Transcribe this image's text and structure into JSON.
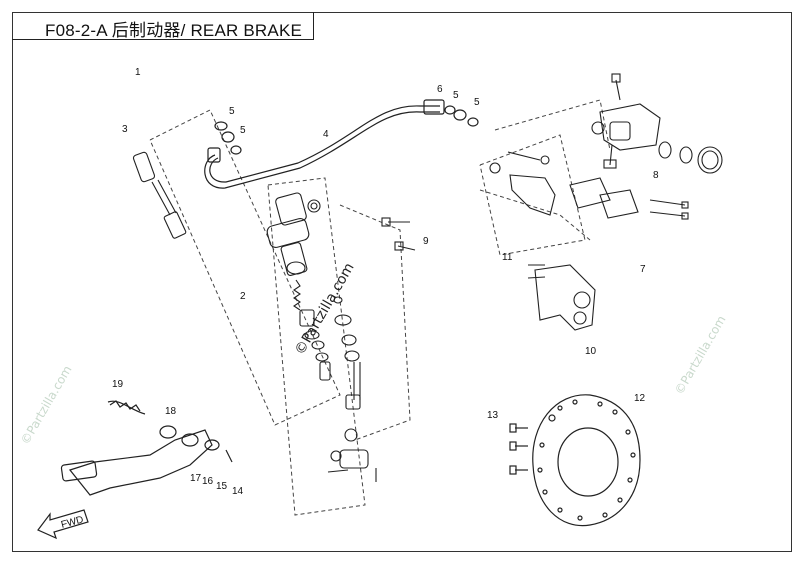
{
  "title": "F08-2-A 后制动器/ REAR BRAKE",
  "watermark": "©Partzilla.com",
  "faint_watermark": "©Partzilla.com",
  "fwd_label": "FWD",
  "callouts": {
    "c1": "1",
    "c2": "2",
    "c3": "3",
    "c4": "4",
    "c5a": "5",
    "c5b": "5",
    "c5c": "5",
    "c5d": "5",
    "c6": "6",
    "c7": "7",
    "c8": "8",
    "c9": "9",
    "c10": "10",
    "c11": "11",
    "c12": "12",
    "c13": "13",
    "c14": "14",
    "c15": "15",
    "c16": "16",
    "c17": "17",
    "c18": "18",
    "c19": "19"
  },
  "colors": {
    "line": "#222222",
    "dash": "#444444",
    "background": "#ffffff"
  }
}
